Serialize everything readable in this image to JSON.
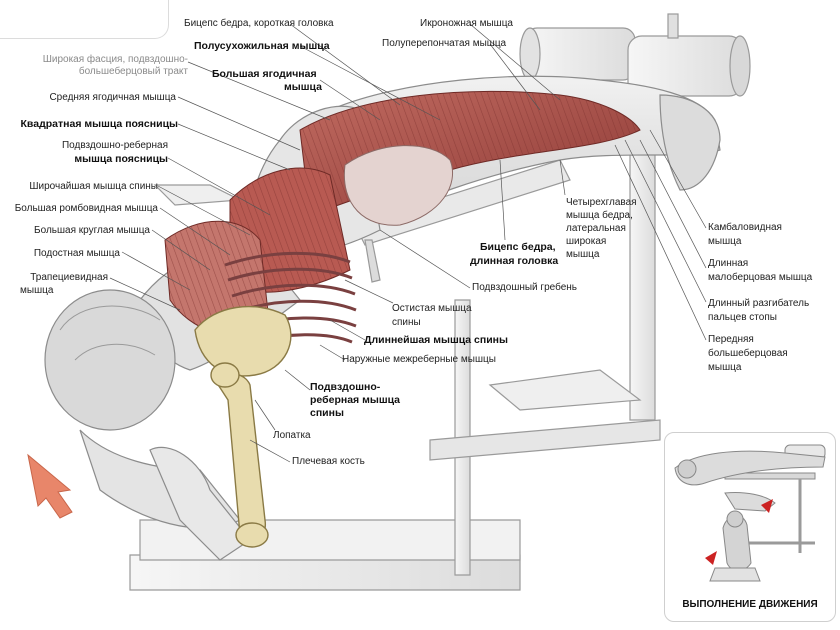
{
  "labels_left": {
    "l1": "Широкая фасция, подвздошно-",
    "l1b": "большеберцовый тракт",
    "l2": "Средняя ягодичная мышца",
    "l3": "Квадратная мышца поясницы",
    "l4a": "Подвздошно-реберная",
    "l4b": "мышца поясницы",
    "l5": "Широчайшая мышца спины",
    "l6": "Большая ромбовидная мышца",
    "l7": "Большая круглая мышца",
    "l8": "Подостная мышца",
    "l9a": "Трапециевидная",
    "l9b": "мышца"
  },
  "labels_top": {
    "t1": "Бицепс бедра, короткая головка",
    "t2": "Полусухожильная мышца",
    "t3a": "Большая ягодичная",
    "t3b": "мышца",
    "t4": "Икроножная мышца",
    "t5": "Полуперепончатая мышца"
  },
  "labels_center": {
    "c1a": "Бицепс бедра,",
    "c1b": "длинная головка",
    "c2a": "Четырехглавая",
    "c2b": "мышца бедра,",
    "c2c": "латеральная",
    "c2d": "широкая",
    "c2e": "мышца",
    "c3": "Подвздошный гребень",
    "c4a": "Остистая мышца",
    "c4b": "спины",
    "c5": "Длиннейшая мышца спины",
    "c6": "Наружные межреберные мышцы",
    "c7a": "Подвздошно-",
    "c7b": "реберная мышца",
    "c7c": "спины",
    "c8": "Лопатка",
    "c9": "Плечевая кость"
  },
  "labels_right": {
    "r1a": "Камбаловидная",
    "r1b": "мышца",
    "r2a": "Длинная",
    "r2b": "малоберцовая мышца",
    "r3a": "Длинный разгибатель",
    "r3b": "пальцев стопы",
    "r4a": "Передняя",
    "r4b": "большеберцовая",
    "r4c": "мышца"
  },
  "inset": {
    "caption": "ВЫПОЛНЕНИЕ ДВИЖЕНИЯ"
  },
  "colors": {
    "muscle_red": "#a84a44",
    "muscle_light": "#e2b4ac",
    "bone": "#e8dcae",
    "machine": "#ededed",
    "arrow": "#e8866a"
  }
}
